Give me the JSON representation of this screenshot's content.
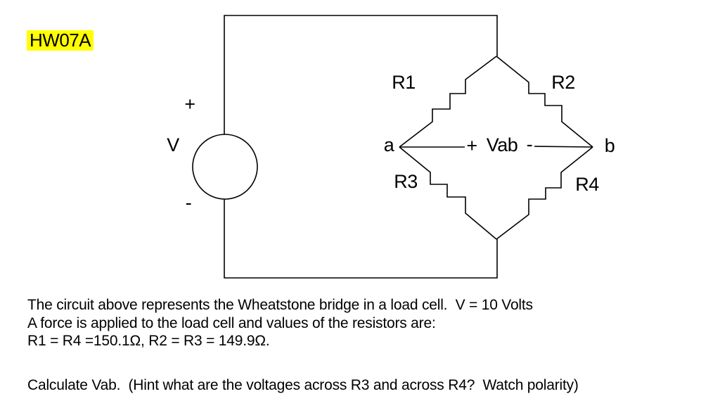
{
  "header": {
    "tag": "HW07A",
    "highlight_color": "#ffff00"
  },
  "diagram": {
    "source": {
      "plus": "+",
      "label": "V",
      "minus": "-"
    },
    "bridge": {
      "r1": "R1",
      "r2": "R2",
      "r3": "R3",
      "r4": "R4",
      "node_a": "a",
      "node_b": "b",
      "vab_plus": "+",
      "vab_label": "Vab",
      "vab_minus": "-"
    }
  },
  "problem": {
    "line1": "The circuit above represents the Wheatstone bridge in a load cell.  V = 10 Volts",
    "line2": "A force is applied to the load cell and values of the resistors are:",
    "line3": "R1 = R4 =150.1Ω, R2 = R3 = 149.9Ω.",
    "question": "Calculate Vab.  (Hint what are the voltages across R3 and across R4?  Watch polarity)"
  }
}
